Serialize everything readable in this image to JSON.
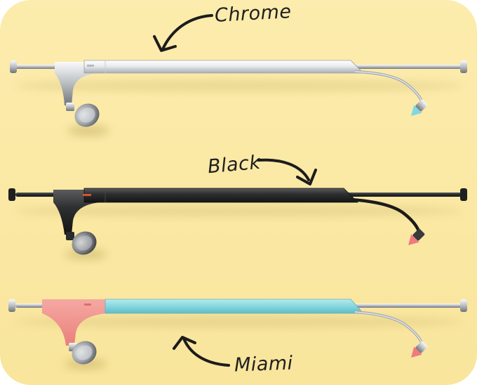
{
  "image": {
    "background_color": "#fbe9a6",
    "variants": [
      {
        "id": "chrome",
        "label": "Chrome",
        "colors": {
          "body": "#e4e7ea",
          "body_dark": "#9ea3a8",
          "tip": "#7fd8e4"
        }
      },
      {
        "id": "black",
        "label": "Black",
        "colors": {
          "body": "#2c2d2e",
          "body_dark": "#141414",
          "tip": "#ef7a80"
        }
      },
      {
        "id": "miami",
        "label": "Miami",
        "colors": {
          "body": "#83d5de",
          "accent": "#ee8b86",
          "tip": "#ef7a80"
        }
      }
    ]
  }
}
